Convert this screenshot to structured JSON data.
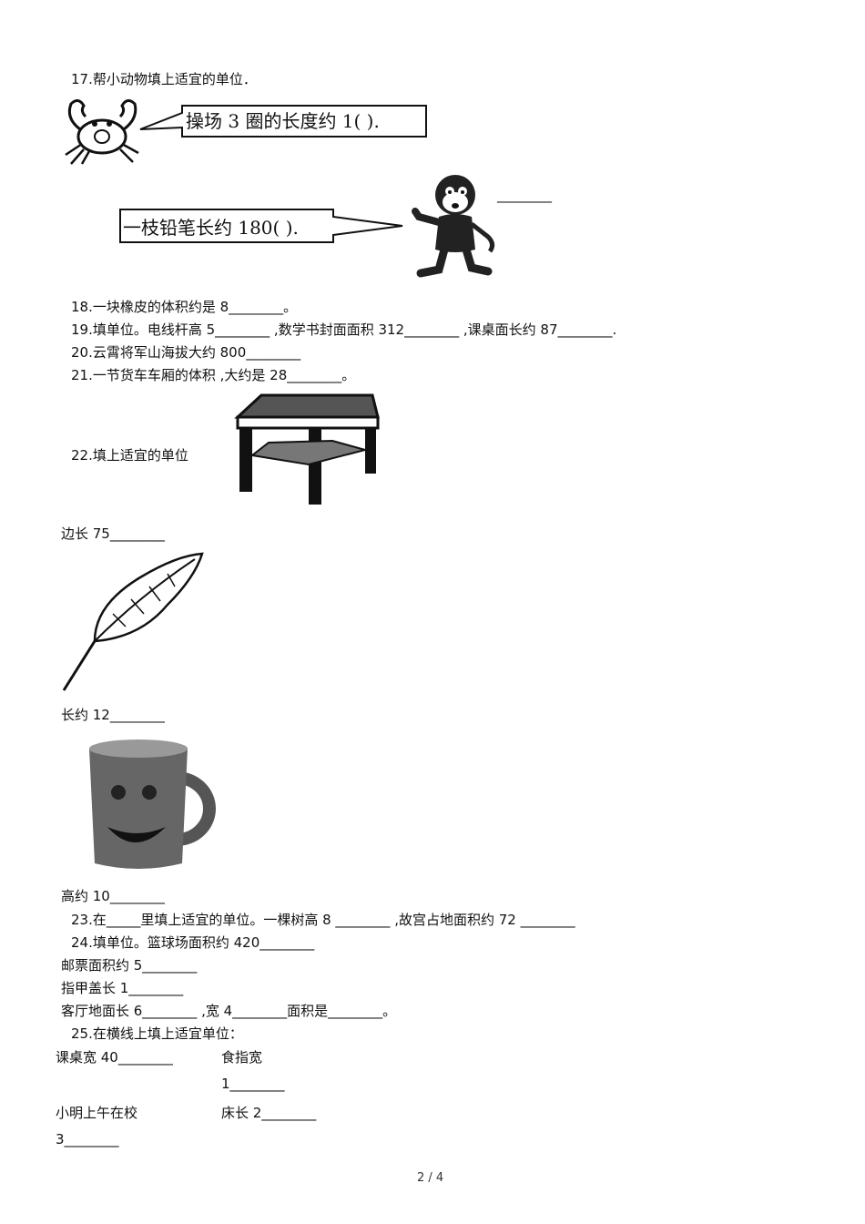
{
  "q17": {
    "title": "17.帮小动物填上适宜的单位．",
    "crab_bubble": "操场 3 圈的长度约 1(        ).",
    "monkey_bubble": "一枝铅笔长约 180(        ).",
    "monkey_blank": "________"
  },
  "q18": "18.一块橡皮的体积约是 8________。",
  "q19": "19.填单位。电线杆高 5________ ,数学书封面面积 312________ ,课桌面长约 87________.",
  "q20": "20.云霄将军山海拔大约 800________",
  "q21": "21.一节货车车厢的体积 ,大约是 28________。",
  "q22": {
    "title": "22.填上适宜的单位",
    "table_label": "边长 75________",
    "feather_label": "长约 12________",
    "mug_label": "高约 10________"
  },
  "q23": "23.在_____里填上适宜的单位。一棵树高 8 ________ ,故宫占地面积约 72 ________",
  "q24": {
    "line1": "24.填单位。篮球场面积约 420________",
    "line2": "邮票面积约 5________",
    "line3": "指甲盖长 1________",
    "line4": "客厅地面长 6________ ,宽 4________面积是________。"
  },
  "q25": {
    "title": "25.在横线上填上适宜单位：",
    "r1c1": "课桌宽 40________",
    "r1c2a": "食指宽",
    "r1c2b": "1________",
    "r2c1a": "小明上午在校",
    "r2c1b": "3________",
    "r2c2": "床长 2________"
  },
  "footer": {
    "page": "2 / 4"
  }
}
